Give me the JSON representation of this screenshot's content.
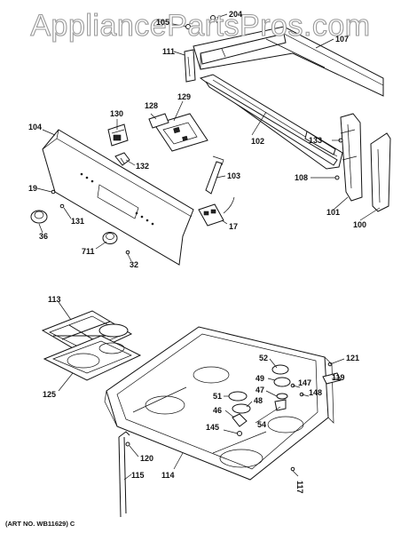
{
  "watermark": "AppliancePartsPros.com",
  "art_number": "(ART NO. WB11629) C",
  "callouts": {
    "c105": "105",
    "c204": "204",
    "c107": "107",
    "c111": "111",
    "c128": "128",
    "c129": "129",
    "c130": "130",
    "c104": "104",
    "c102": "102",
    "c133": "133",
    "c132": "132",
    "c103": "103",
    "c108": "108",
    "c19": "19",
    "c131": "131",
    "c36": "36",
    "c17": "17",
    "c101": "101",
    "c100": "100",
    "c711": "711",
    "c32": "32",
    "c113": "113",
    "c125": "125",
    "c52": "52",
    "c49": "49",
    "c121": "121",
    "c147": "147",
    "c119": "119",
    "c47": "47",
    "c51": "51",
    "c48": "48",
    "c148": "148",
    "c46": "46",
    "c54": "54",
    "c145": "145",
    "c120": "120",
    "c114": "114",
    "c115": "115",
    "c117": "117"
  }
}
